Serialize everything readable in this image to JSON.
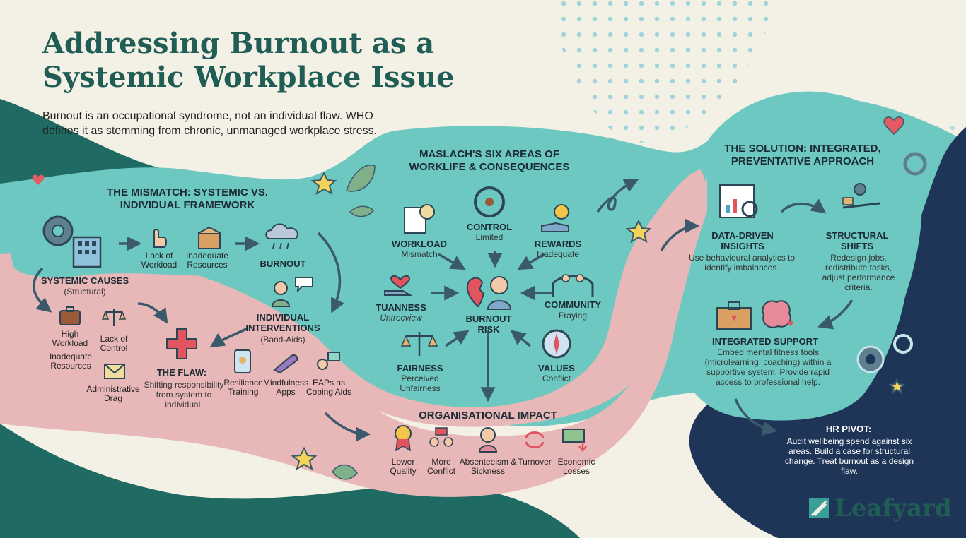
{
  "header": {
    "title": "Addressing Burnout as a Systemic Workplace Issue",
    "subtitle": "Burnout is an occupational syndrome, not an individual flaw. WHO defines it as stemming from chronic, unmanaged workplace stress."
  },
  "mismatch": {
    "heading": "THE MISMATCH: SYSTEMIC VS. INDIVIDUAL FRAMEWORK",
    "systemic_causes": {
      "title": "SYSTEMIC CAUSES",
      "sub": "(Structural)"
    },
    "lack_of_workload": "Lack of Workload",
    "inadequate_resources": "Inadequate Resources",
    "burnout": "BURNOUT",
    "high_workload": "High Workload",
    "lack_of_control": "Lack of Control",
    "inadequate_resources_2": "Inadequate Resources",
    "administrative_drag": "Administrative Drag",
    "flaw": {
      "title": "THE FLAW:",
      "text": "Shifting responsibility from system to individual."
    },
    "individual": {
      "title": "INDIVIDUAL INTERVENTIONS",
      "sub": "(Band-Aids)"
    },
    "resilience": "Resilience Training",
    "mindfulness": "Mindfulness Apps",
    "eaps": "EAPs as Coping Aids"
  },
  "maslach": {
    "heading": "MASLACH'S SIX AREAS OF WORKLIFE & CONSEQUENCES",
    "workload": {
      "title": "WORKLOAD",
      "sub": "Mismatch"
    },
    "control": {
      "title": "CONTROL",
      "sub": "Limited"
    },
    "rewards": {
      "title": "REWARDS",
      "sub": "Inadequate"
    },
    "tuanness": {
      "title": "TUANNESS",
      "sub": "Untrocview"
    },
    "community": {
      "title": "COMMUNITY",
      "sub": "Fraying"
    },
    "fairness": {
      "title": "FAIRNESS",
      "sub": "Perceived Unfairness"
    },
    "values": {
      "title": "VALUES",
      "sub": "Conflict"
    },
    "risk": "BURNOUT RISK"
  },
  "impact": {
    "heading": "ORGANISATIONAL IMPACT",
    "items": [
      "Lower Quality",
      "More Conflict",
      "Absenteeism & Sickness",
      "Turnover",
      "Economic Losses"
    ]
  },
  "solution": {
    "heading": "THE SOLUTION: INTEGRATED, PREVENTATIVE APPROACH",
    "data": {
      "title": "DATA-DRIVEN INSIGHTS",
      "text": "Use behavieural analytics to identify imbalances."
    },
    "structural": {
      "title": "STRUCTURAL SHIFTS",
      "text": "Redesign jobs, redistribute tasks, adjust performance criteria."
    },
    "integrated": {
      "title": "INTEGRATED SUPPORT",
      "text": "Embed mental fitness tools (microlearning, coaching) within a supportive system. Provide rapid access to professional help."
    },
    "hr": {
      "title": "HR PIVOT:",
      "text": "Audit wellbeing spend against six areas. Build a case for structural change. Treat burnout as a design flaw."
    }
  },
  "brand": {
    "name": "Leafyard"
  },
  "colors": {
    "teal": "#6cc8c0",
    "dark_teal": "#1f6a63",
    "pink": "#e8b7b8",
    "navy": "#1e3557",
    "cream": "#f3f0e6"
  }
}
